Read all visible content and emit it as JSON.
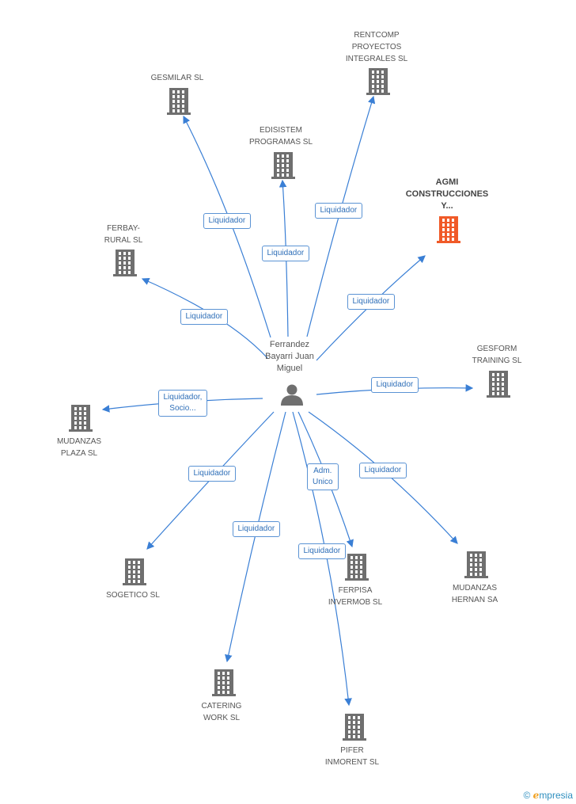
{
  "center": {
    "name": "Ferrandez\nBayarri Juan\nMiguel",
    "icon": "person-icon"
  },
  "colors": {
    "edge": "#3a7fd5",
    "building": "#6f6f6f",
    "highlight": "#f05a28"
  },
  "nodes": [
    {
      "id": "rentcomp",
      "label": "RENTCOMP\nPROYECTOS\nINTEGRALES SL",
      "edge_label": "Liquidador"
    },
    {
      "id": "gesmilar",
      "label": "GESMILAR SL",
      "edge_label": "Liquidador"
    },
    {
      "id": "edisistem",
      "label": "EDISISTEM\nPROGRAMAS SL",
      "edge_label": "Liquidador"
    },
    {
      "id": "agmi",
      "label": "AGMI\nCONSTRUCCIONES\nY...",
      "edge_label": "Liquidador",
      "highlight": true
    },
    {
      "id": "ferbay",
      "label": "FERBAY-\nRURAL SL",
      "edge_label": "Liquidador"
    },
    {
      "id": "gesform",
      "label": "GESFORM\nTRAINING SL",
      "edge_label": "Liquidador"
    },
    {
      "id": "mudanzas-plaza",
      "label": "MUDANZAS\nPLAZA SL",
      "edge_label": "Liquidador,\nSocio..."
    },
    {
      "id": "sogetico",
      "label": "SOGETICO SL",
      "edge_label": "Liquidador"
    },
    {
      "id": "ferpisa",
      "label": "FERPISA\nINVERMOB SL",
      "edge_label": "Adm.\nUnico"
    },
    {
      "id": "mudanzas-hernan",
      "label": "MUDANZAS\nHERNAN SA",
      "edge_label": "Liquidador"
    },
    {
      "id": "catering",
      "label": "CATERING\nWORK SL",
      "edge_label": "Liquidador"
    },
    {
      "id": "pifer",
      "label": "PIFER\nINMORENT SL",
      "edge_label": "Liquidador"
    }
  ],
  "footer": {
    "copyright": "©",
    "brand_initial": "e",
    "brand_rest": "mpresia"
  }
}
